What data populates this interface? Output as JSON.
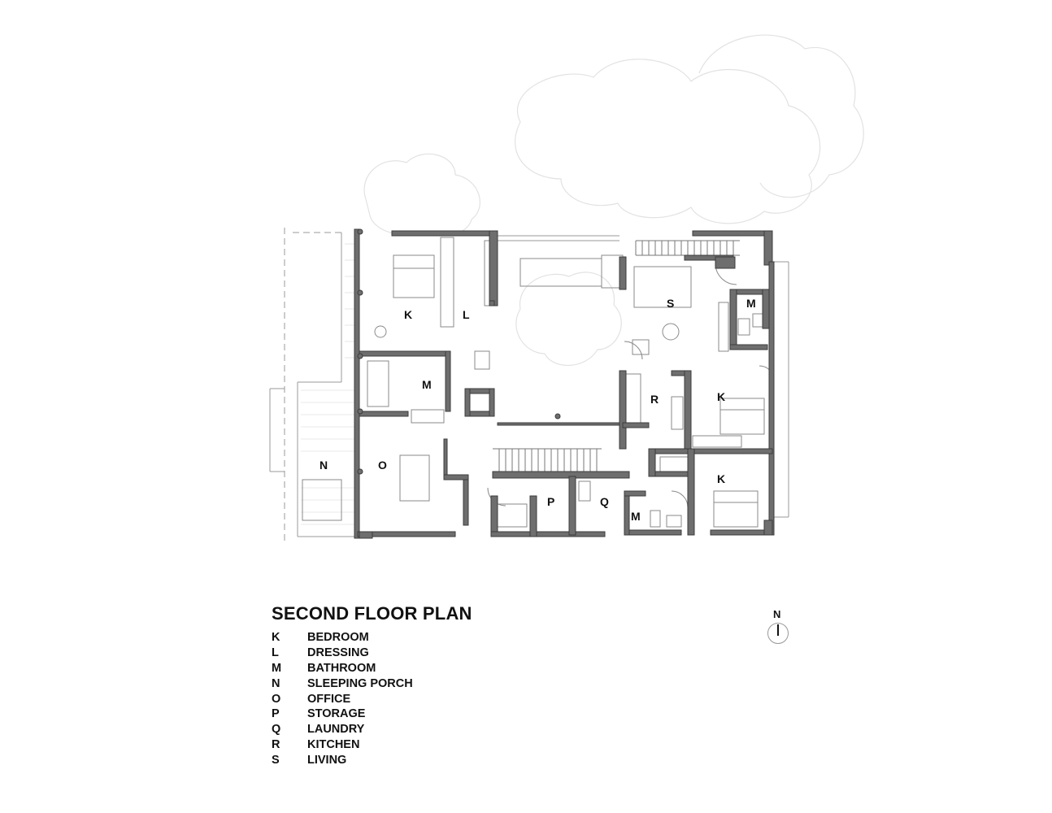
{
  "title": "SECOND FLOOR PLAN",
  "rooms": {
    "k1": "K",
    "l": "L",
    "m1": "M",
    "s": "S",
    "m2": "M",
    "r": "R",
    "k2": "K",
    "k3": "K",
    "n": "N",
    "o": "O",
    "p": "P",
    "q": "Q",
    "m3": "M"
  },
  "legend": [
    {
      "code": "K",
      "name": "BEDROOM"
    },
    {
      "code": "L",
      "name": "DRESSING"
    },
    {
      "code": "M",
      "name": "BATHROOM"
    },
    {
      "code": "N",
      "name": "SLEEPING PORCH"
    },
    {
      "code": "O",
      "name": "OFFICE"
    },
    {
      "code": "P",
      "name": "STORAGE"
    },
    {
      "code": "Q",
      "name": "LAUNDRY"
    },
    {
      "code": "R",
      "name": "KITCHEN"
    },
    {
      "code": "S",
      "name": "LIVING"
    }
  ],
  "north": "N",
  "colors": {
    "wall": "#4a4a4a",
    "wall_fill": "#6e6e6e",
    "line": "#9a9a9a",
    "tree": "#e3e3e3"
  }
}
